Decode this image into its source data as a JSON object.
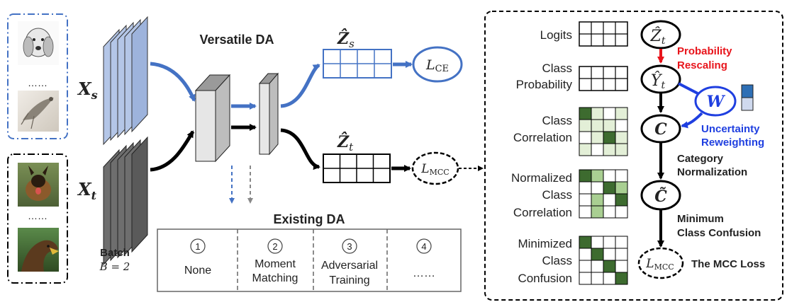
{
  "source": {
    "label_xs": "X",
    "label_xs_sub": "s",
    "dots": "……"
  },
  "target": {
    "label_xt": "X",
    "label_xt_sub": "t",
    "dots": "……"
  },
  "batch": {
    "label": "Batch",
    "size": "B = 2"
  },
  "versatile_da": {
    "title": "Versatile DA"
  },
  "outputs": {
    "zs": "Ẑ",
    "zs_sub": "s",
    "zt": "Ẑ",
    "zt_sub": "t",
    "lce": "L",
    "lce_sub": "CE",
    "lmcc": "L",
    "lmcc_sub": "MCC"
  },
  "existing_da": {
    "title": "Existing DA",
    "methods": [
      {
        "num": "1",
        "line1": "None",
        "line2": ""
      },
      {
        "num": "2",
        "line1": "Moment",
        "line2": "Matching"
      },
      {
        "num": "3",
        "line1": "Adversarial",
        "line2": "Training"
      },
      {
        "num": "4",
        "line1": "……",
        "line2": ""
      }
    ]
  },
  "mcc_panel": {
    "rows": [
      {
        "line1": "Logits",
        "line2": "",
        "line3": ""
      },
      {
        "line1": "Class",
        "line2": "Probability",
        "line3": ""
      },
      {
        "line1": "Class",
        "line2": "Correlation",
        "line3": ""
      },
      {
        "line1": "Normalized",
        "line2": "Class",
        "line3": "Correlation"
      },
      {
        "line1": "Minimized",
        "line2": "Class",
        "line3": "Confusion"
      }
    ],
    "nodes": {
      "zt": "Ẑ",
      "zt_sub": "t",
      "yt": "Ŷ",
      "yt_sub": "t",
      "w": "W",
      "c": "C",
      "c_tilde": "C̃",
      "lmcc": "L",
      "lmcc_sub": "MCC"
    },
    "steps": {
      "prob_rescaling_1": "Probability",
      "prob_rescaling_2": "Rescaling",
      "uncertainty_1": "Uncertainty",
      "uncertainty_2": "Reweighting",
      "category_1": "Category",
      "category_2": "Normalization",
      "minimum_1": "Minimum",
      "minimum_2": "Class Confusion",
      "mcc_loss": "The MCC Loss"
    },
    "colors": {
      "red": "#e8141b",
      "blue": "#1f3fe0",
      "dark_green": "#3d6b2f",
      "mid_green": "#a9cf92",
      "light_green": "#e3efd7"
    }
  }
}
